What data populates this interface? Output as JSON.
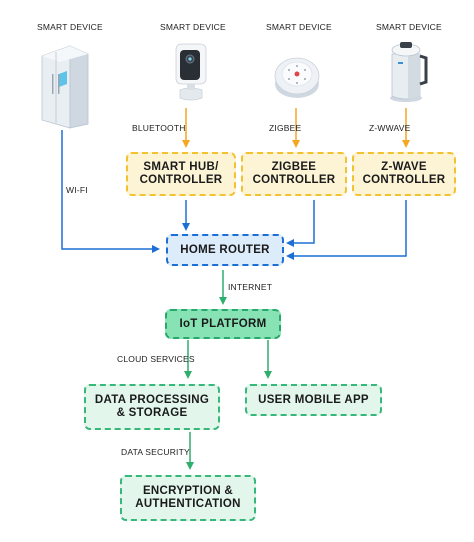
{
  "devices": {
    "fridge_caption": "SMART DEVICE",
    "camera_caption": "SMART DEVICE",
    "sensor_caption": "SMART DEVICE",
    "kettle_caption": "SMART DEVICE"
  },
  "connections": {
    "bluetooth": "BLUETOOTH",
    "zigbee": "ZIGBEE",
    "zwave": "Z-WWAVE",
    "wifi": "WI-FI",
    "internet": "INTERNET",
    "cloud_services": "CLOUD SERVICES",
    "data_security": "DATA SECURITY"
  },
  "nodes": {
    "smart_hub": "SMART HUB/\nCONTROLLER",
    "zigbee_controller": "ZIGBEE\nCONTROLLER",
    "zwave_controller": "Z-WAVE\nCONTROLLER",
    "home_router": "HOME ROUTER",
    "iot_platform": "IoT PLATFORM",
    "data_processing": "DATA PROCESSING\n& STORAGE",
    "user_mobile_app": "USER MOBILE APP",
    "encryption": "ENCRYPTION &\nAUTHENTICATION"
  },
  "colors": {
    "device_link": "#f5a623",
    "router_link": "#1d6fd6",
    "cloud_link": "#2fae6e"
  }
}
